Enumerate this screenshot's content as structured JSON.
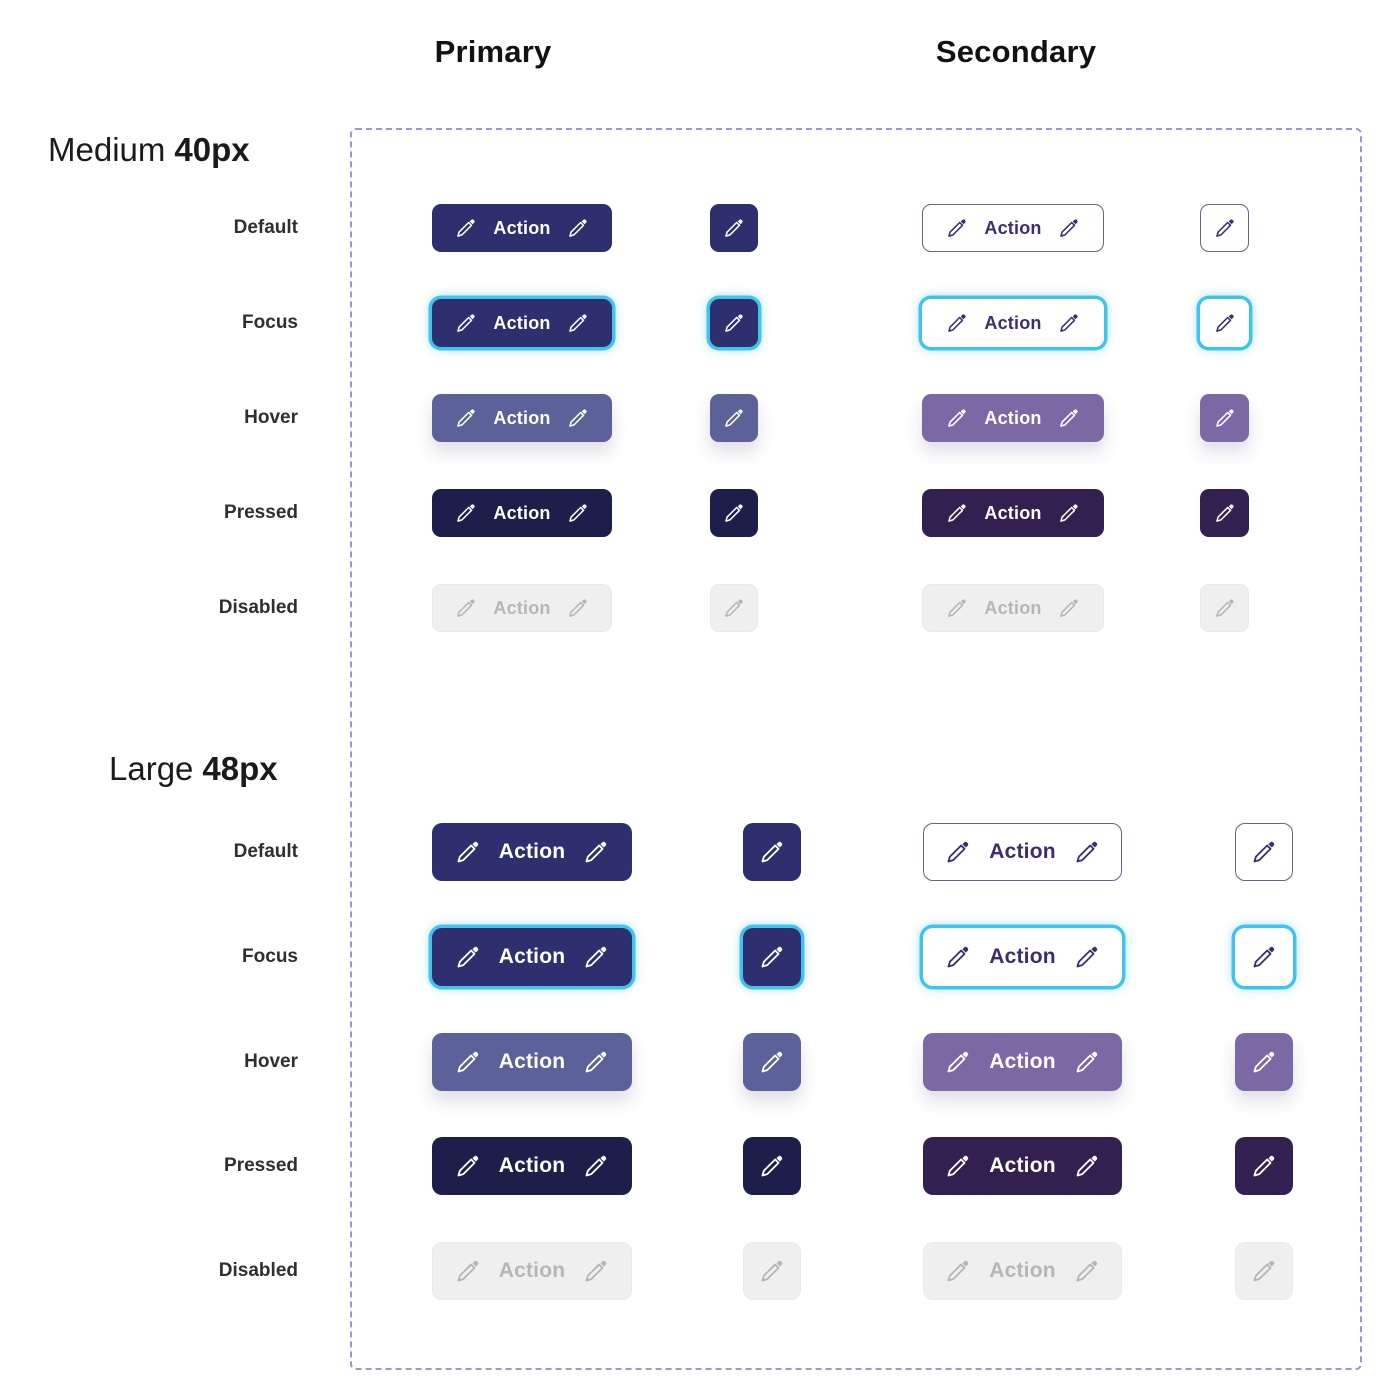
{
  "columns": [
    {
      "id": "primary",
      "label": "Primary"
    },
    {
      "id": "secondary",
      "label": "Secondary"
    }
  ],
  "sections": [
    {
      "id": "medium",
      "name": "Medium",
      "size": "40px",
      "states": [
        "Default",
        "Focus",
        "Hover",
        "Pressed",
        "Disabled"
      ]
    },
    {
      "id": "large",
      "name": "Large",
      "size": "48px",
      "states": [
        "Default",
        "Focus",
        "Hover",
        "Pressed",
        "Disabled"
      ]
    }
  ],
  "button_label": "Action",
  "icon_name": "pencil-icon",
  "colors": {
    "primary_default": "#2e2f6f",
    "primary_hover": "#5d6199",
    "primary_pressed": "#1d1e4a",
    "secondary_text": "#3d2c6f",
    "secondary_border": "#6a6184",
    "secondary_hover": "#7d68a6",
    "secondary_pressed": "#332051",
    "focus_ring": "#41c3f0",
    "disabled_background": "#efefef",
    "disabled_text": "#b6b6b6",
    "dashed_border": "#a18fe0",
    "background": "#ffffff"
  }
}
